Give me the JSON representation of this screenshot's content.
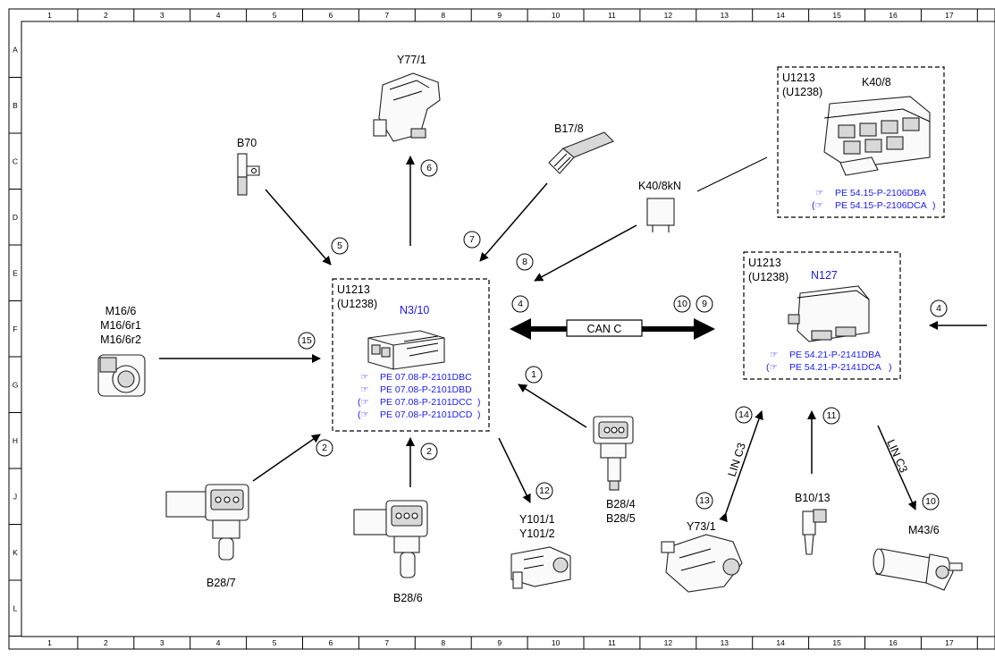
{
  "grid": {
    "columns": [
      "1",
      "2",
      "3",
      "4",
      "5",
      "6",
      "7",
      "8",
      "9",
      "10",
      "11",
      "12",
      "13",
      "14",
      "15",
      "16",
      "17"
    ],
    "rows": [
      "A",
      "B",
      "C",
      "D",
      "E",
      "F",
      "G",
      "H",
      "J",
      "K",
      "L"
    ]
  },
  "ecu_engine": {
    "title_line1": "U1213",
    "title_line2": "(U1238)",
    "code": "N3/10",
    "refs": [
      "PE 07.08-P-2101DBC",
      "PE 07.08-P-2101DBD",
      "PE 07.08-P-2101DCC",
      "PE 07.08-P-2101DCD"
    ]
  },
  "ecu_transmission": {
    "title_line1": "U1213",
    "title_line2": "(U1238)",
    "code": "N127",
    "refs": [
      "PE 54.21-P-2141DBA",
      "PE 54.21-P-2141DCA"
    ]
  },
  "relay_module": {
    "title_line1": "U1213",
    "title_line2": "(U1238)",
    "code": "K40/8",
    "refs": [
      "PE 54.15-P-2106DBA",
      "PE 54.15-P-2106DCA"
    ]
  },
  "components": {
    "y77": "Y77/1",
    "b70": "B70",
    "b17": "B17/8",
    "k40kn": "K40/8kN",
    "m16_1": "M16/6",
    "m16_2": "M16/6r1",
    "m16_3": "M16/6r2",
    "b28_7": "B28/7",
    "b28_6": "B28/6",
    "y101_1": "Y101/1",
    "y101_2": "Y101/2",
    "b28_4": "B28/4",
    "b28_5": "B28/5",
    "y73": "Y73/1",
    "b10": "B10/13",
    "m43": "M43/6"
  },
  "bus": {
    "can": "CAN C",
    "lin_left": "LIN C3",
    "lin_right": "LIN C3"
  },
  "callouts": {
    "c_b70": "5",
    "c_y77": "6",
    "c_b17": "7",
    "c_k40kn": "8",
    "c_can_left": "4",
    "c_can_r1": "10",
    "c_can_r2": "9",
    "c_m16": "15",
    "c_b28_7": "2",
    "c_b28_6": "2",
    "c_b28_4": "1",
    "c_y101": "12",
    "c_y73_top": "14",
    "c_y73_bottom": "13",
    "c_b10": "11",
    "c_m43": "10",
    "c_right_edge": "4"
  },
  "colors": {
    "accent_blue": "#1a1aff",
    "line": "#000000"
  }
}
